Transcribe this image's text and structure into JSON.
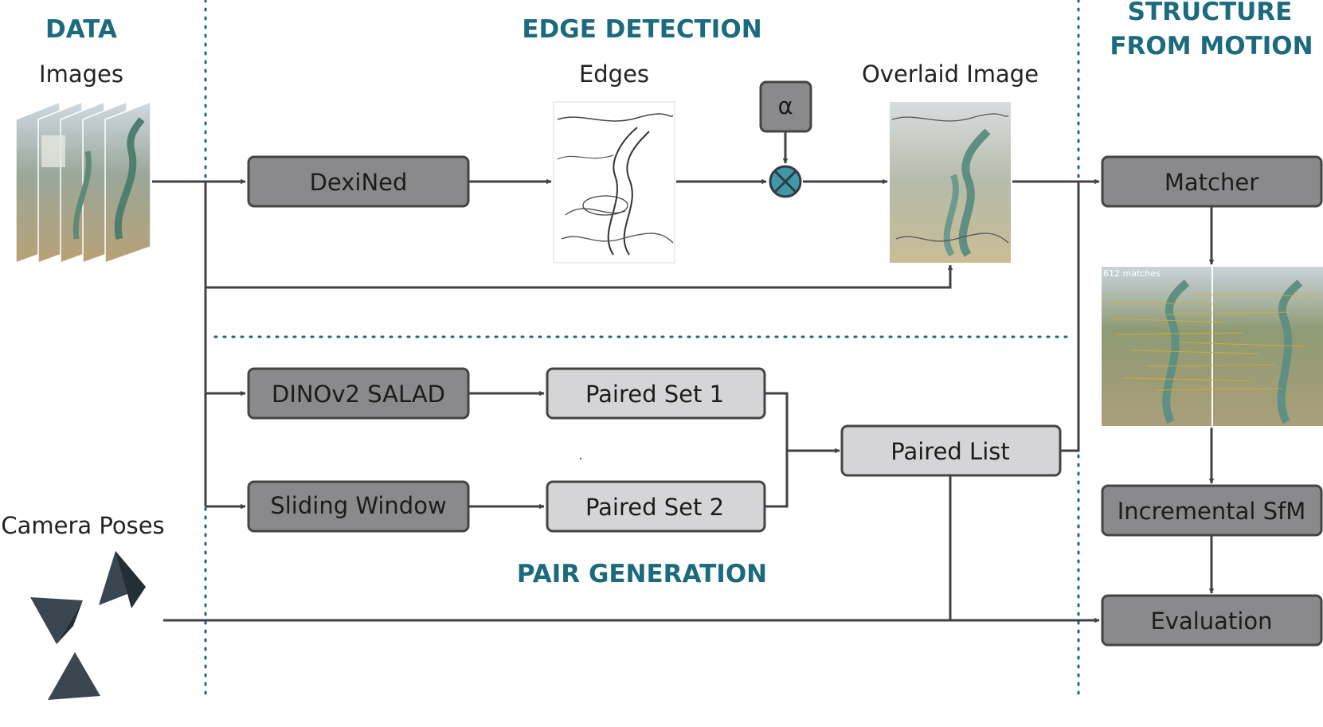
{
  "sections": {
    "data": "DATA",
    "edge_detection": "EDGE DETECTION",
    "sfm_line1": "STRUCTURE",
    "sfm_line2": "FROM MOTION",
    "pair_generation": "PAIR GENERATION"
  },
  "labels": {
    "images": "Images",
    "edges": "Edges",
    "overlaid_image": "Overlaid Image",
    "camera_poses": "Camera Poses",
    "matches_caption": "612 matches"
  },
  "nodes": {
    "dexined": "DexiNed",
    "alpha": "α",
    "matcher": "Matcher",
    "dinov2_salad": "DINOv2 SALAD",
    "sliding_window": "Sliding Window",
    "paired_set_1": "Paired Set 1",
    "paired_set_2": "Paired Set 2",
    "paired_list": "Paired List",
    "incremental_sfm": "Incremental SfM",
    "evaluation": "Evaluation"
  },
  "icons": {
    "multiply": "circled-times-icon",
    "camera_pose": "pyramid-icon"
  },
  "colors": {
    "section_title": "#1b6a7e",
    "separator": "#1b6a7e",
    "dark_box": "#8a8a8c",
    "light_box": "#d5d5d7",
    "multiply_node": "#3f97aa",
    "wire": "#404246",
    "camera_pose": "#3a4650"
  }
}
